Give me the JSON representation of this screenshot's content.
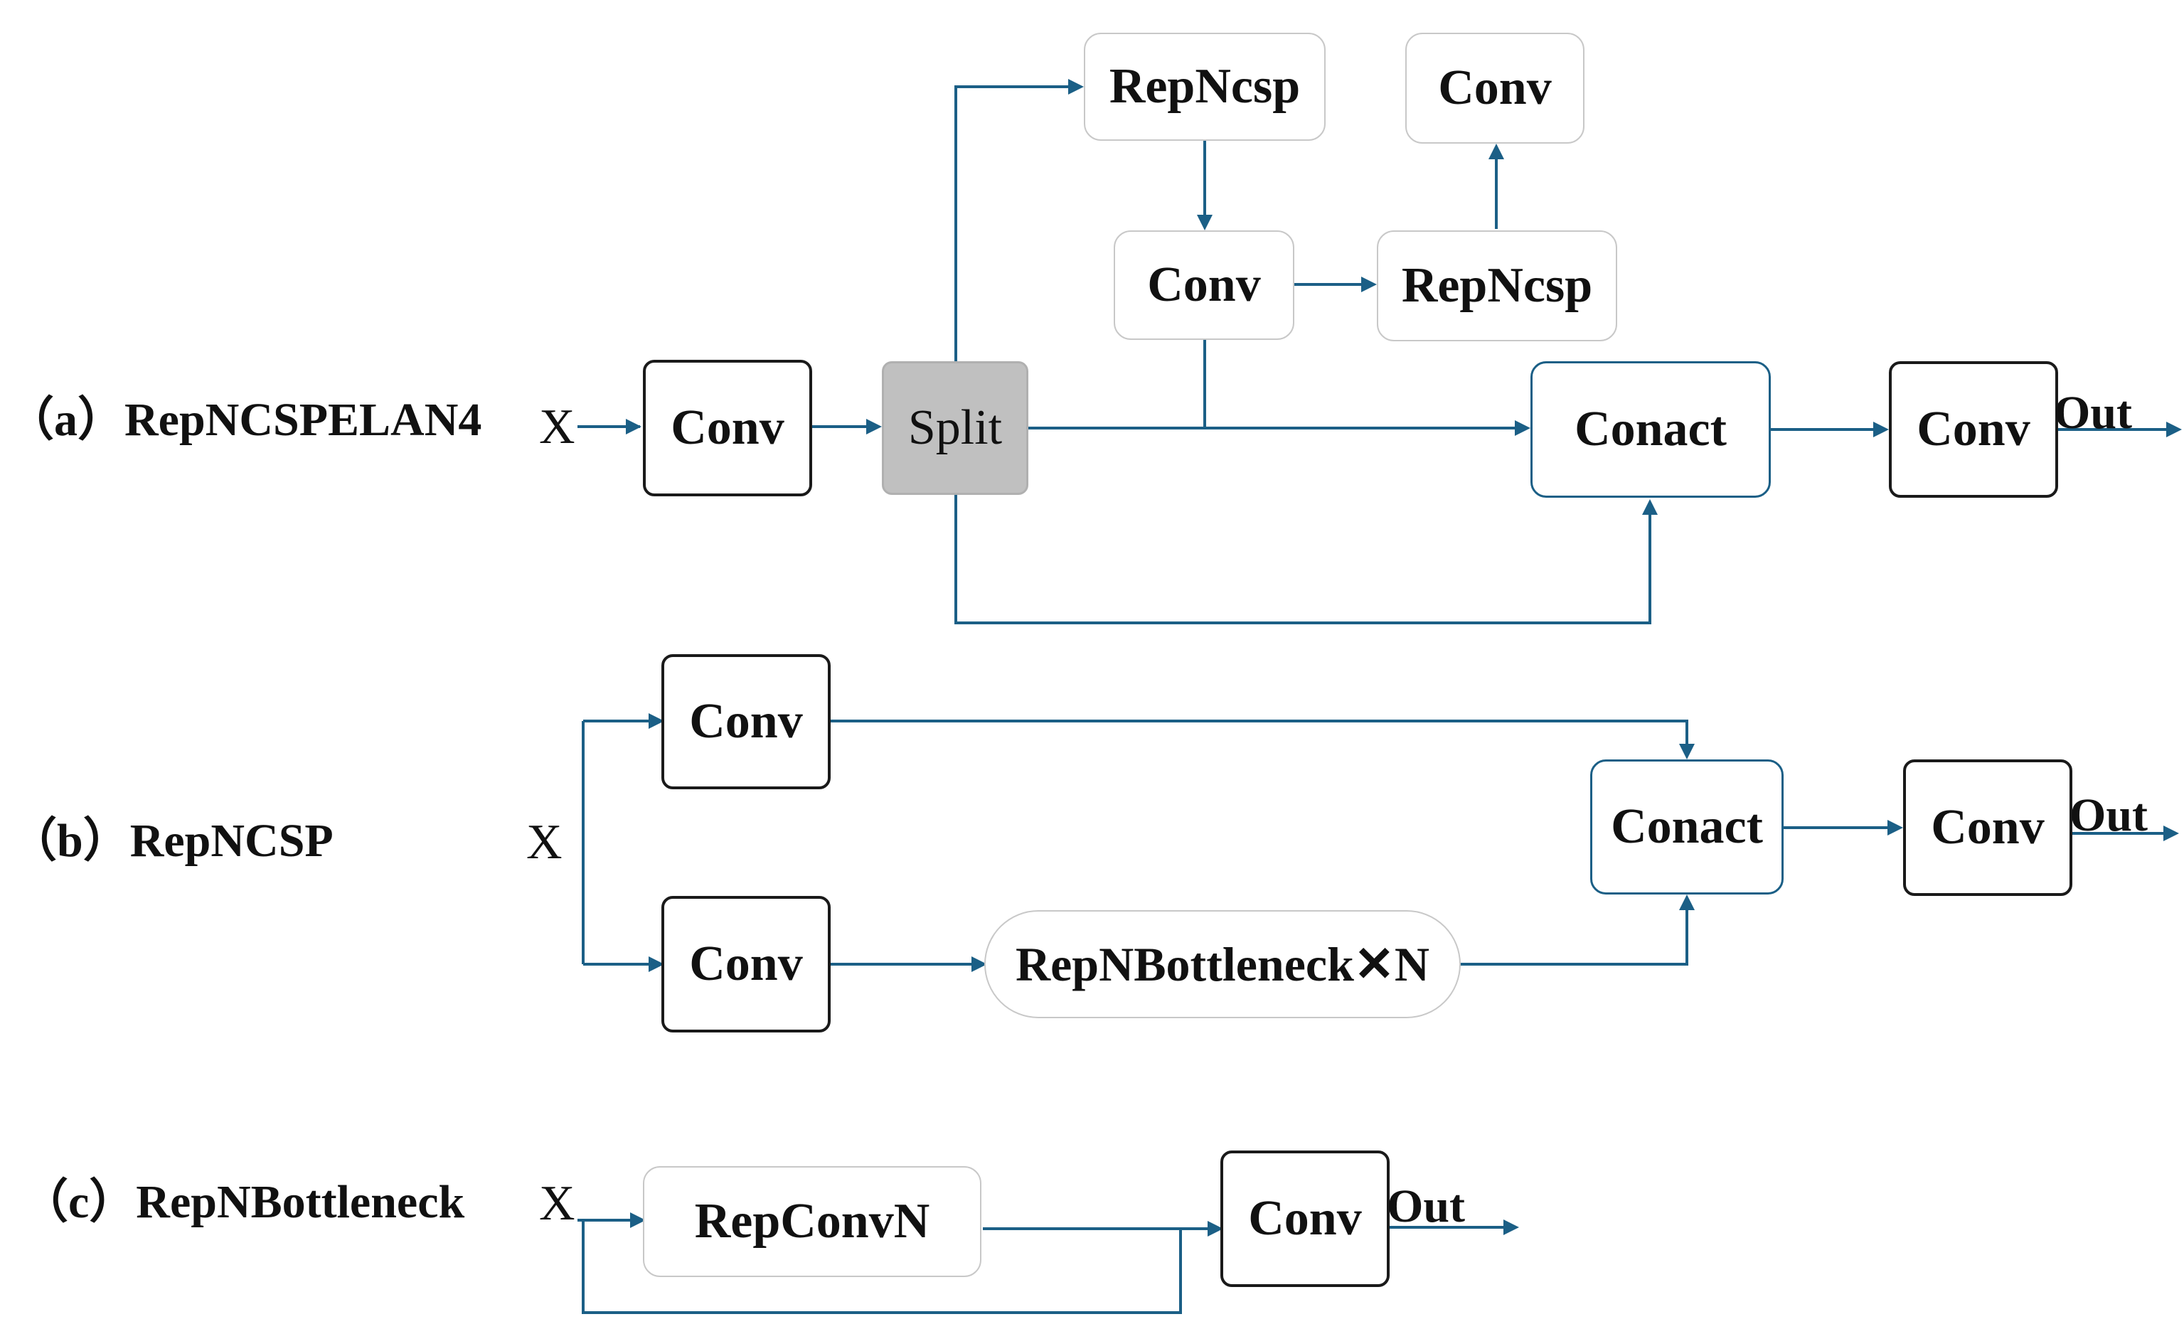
{
  "colors": {
    "wire": "#1b5f86",
    "split_fill": "#c0c0c0",
    "dark_border": "#1a1a1a",
    "light_border": "#c8c8c8"
  },
  "panel_a": {
    "label": "（a）RepNCSPELAN4",
    "input": "X",
    "conv_in": "Conv",
    "split": "Split",
    "repncsp_1": "RepNcsp",
    "conv_mid": "Conv",
    "repncsp_2": "RepNcsp",
    "conv_top": "Conv",
    "concat": "Conact",
    "conv_out": "Conv",
    "output": "Out"
  },
  "panel_b": {
    "label": "（b）RepNCSP",
    "input": "X",
    "conv_top": "Conv",
    "conv_bottom": "Conv",
    "bottleneck": "RepNBottleneck✕N",
    "concat": "Conact",
    "conv_out": "Conv",
    "output": "Out"
  },
  "panel_c": {
    "label": "（c）RepNBottleneck",
    "input": "X",
    "repconv": "RepConvN",
    "conv": "Conv",
    "output": "Out"
  }
}
